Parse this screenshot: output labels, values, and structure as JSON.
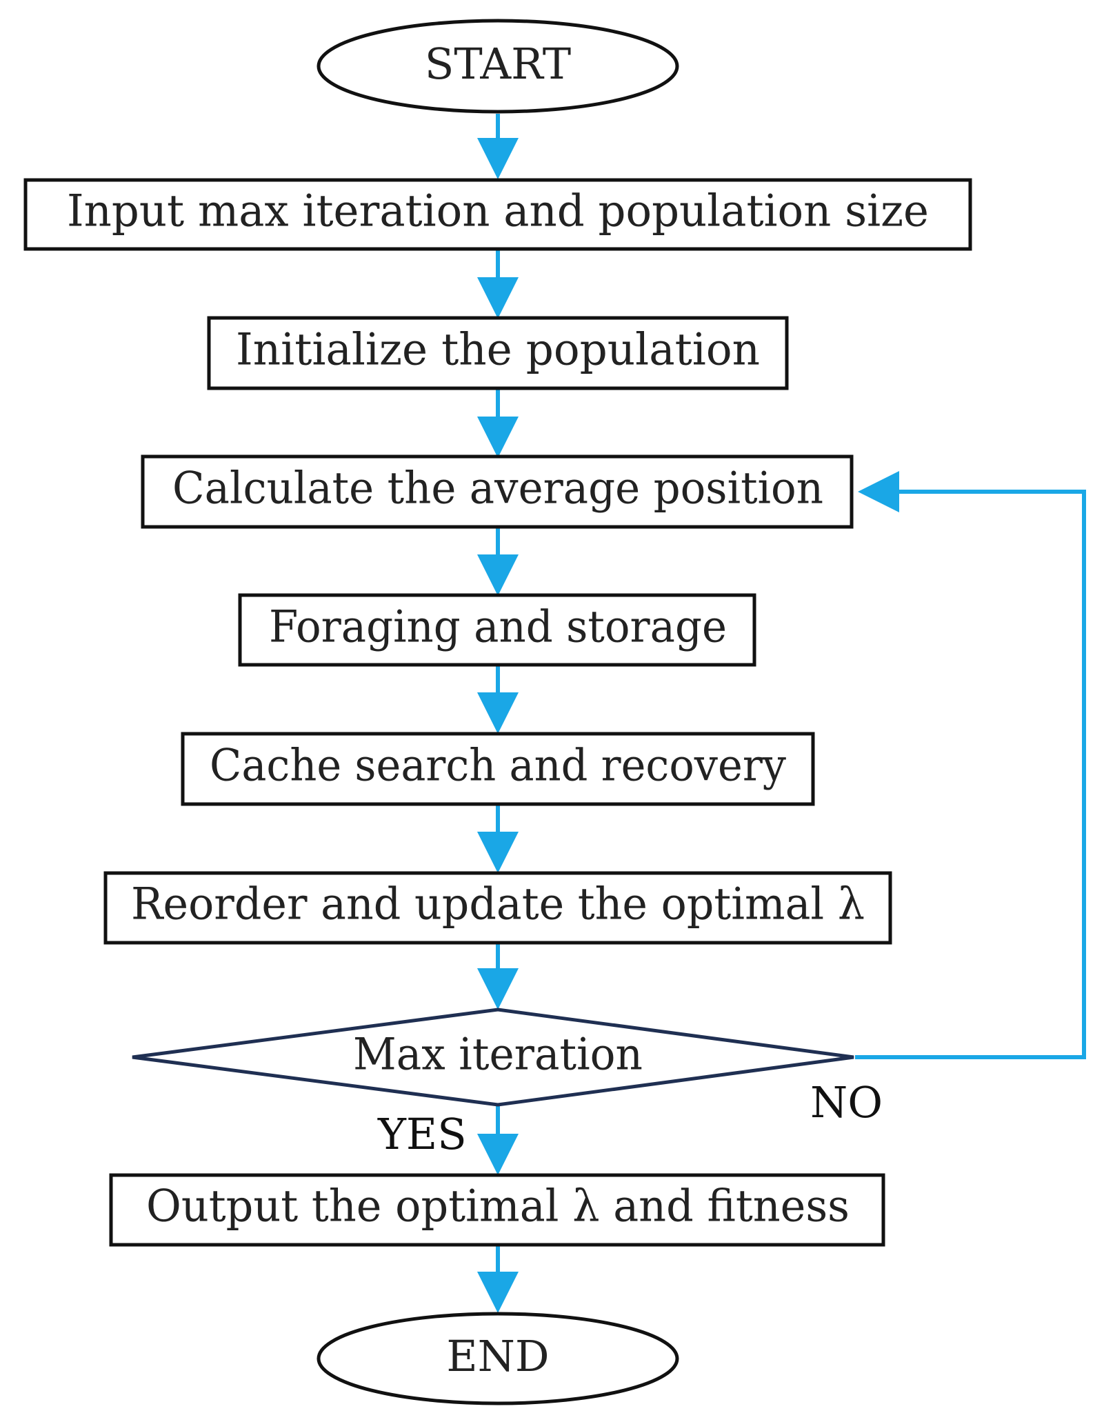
{
  "nodes": {
    "start": {
      "label": "START"
    },
    "input": {
      "label": "Input max iteration and population size"
    },
    "init": {
      "label": "Initialize the population"
    },
    "average": {
      "label": "Calculate the average position"
    },
    "foraging": {
      "label": "Foraging and storage"
    },
    "cache": {
      "label": "Cache search and recovery"
    },
    "reorder": {
      "label": "Reorder and update the optimal λ"
    },
    "decision": {
      "label": "Max iteration"
    },
    "output": {
      "label": "Output the optimal λ and fitness"
    },
    "end": {
      "label": "END"
    }
  },
  "edges": {
    "yes_label": "YES",
    "no_label": "NO"
  },
  "colors": {
    "arrow": "#1aa7e6",
    "diamond_stroke": "#1f2f52",
    "box_stroke": "#111111"
  }
}
